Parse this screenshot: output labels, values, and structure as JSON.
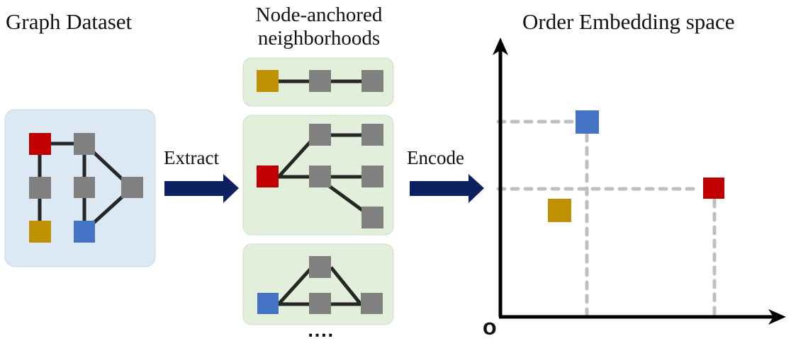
{
  "titles": {
    "graph_dataset": "Graph Dataset",
    "neighborhoods_line1": "Node-anchored",
    "neighborhoods_line2": "neighborhoods",
    "order_embedding": "Order Embedding space"
  },
  "arrows": {
    "extract_label": "Extract",
    "encode_label": "Encode"
  },
  "embedding": {
    "origin_label": "O",
    "points": [
      {
        "name": "blue-anchor",
        "color": "#4472c4"
      },
      {
        "name": "red-anchor",
        "color": "#c00000"
      },
      {
        "name": "gold-anchor",
        "color": "#bf9000"
      }
    ]
  },
  "ellipsis": "....",
  "colors": {
    "red": "#c00000",
    "blue": "#4472c4",
    "gold": "#bf9000",
    "gray": "#808080",
    "arrow": "#0d2060",
    "dataset_bg": "#dde8f5",
    "neighborhood_bg": "#e2efda",
    "dash": "#bfbfbf"
  }
}
